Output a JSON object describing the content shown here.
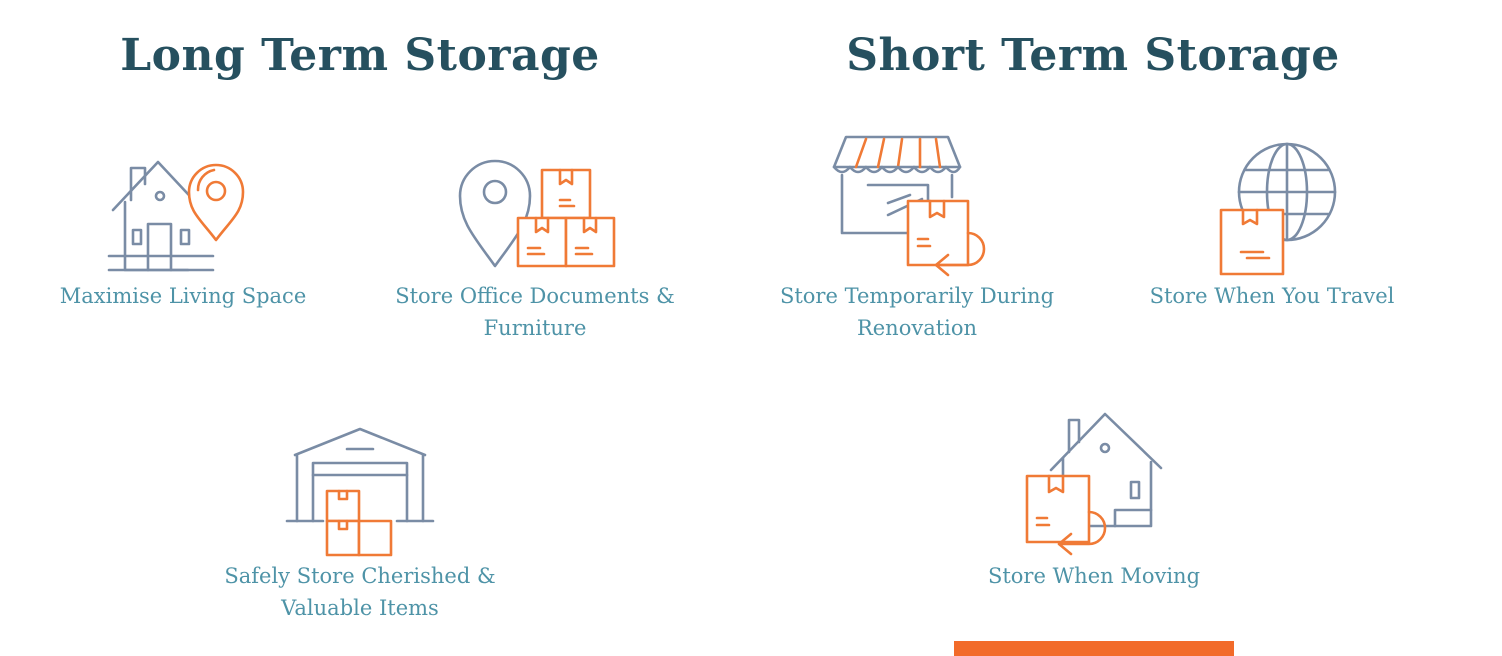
{
  "long_term": {
    "title": "Long Term Storage",
    "items": [
      {
        "label": "Maximise Living Space",
        "icon": "house-location-icon"
      },
      {
        "label": "Store Office Documents & Furniture",
        "icon": "location-boxes-icon"
      },
      {
        "label": "Safely Store Cherished & Valuable Items",
        "icon": "warehouse-boxes-icon"
      }
    ]
  },
  "short_term": {
    "title": "Short Term Storage",
    "items": [
      {
        "label": "Store Temporarily During Renovation",
        "icon": "shop-box-return-icon"
      },
      {
        "label": "Store When You Travel",
        "icon": "globe-box-icon"
      },
      {
        "label": "Store When Moving",
        "icon": "house-box-return-icon"
      }
    ]
  },
  "colors": {
    "heading": "#26505f",
    "label": "#4e93a7",
    "icon_outline": "#7a8ca5",
    "icon_accent": "#f07a36",
    "cta_bar": "#f26b2a"
  }
}
